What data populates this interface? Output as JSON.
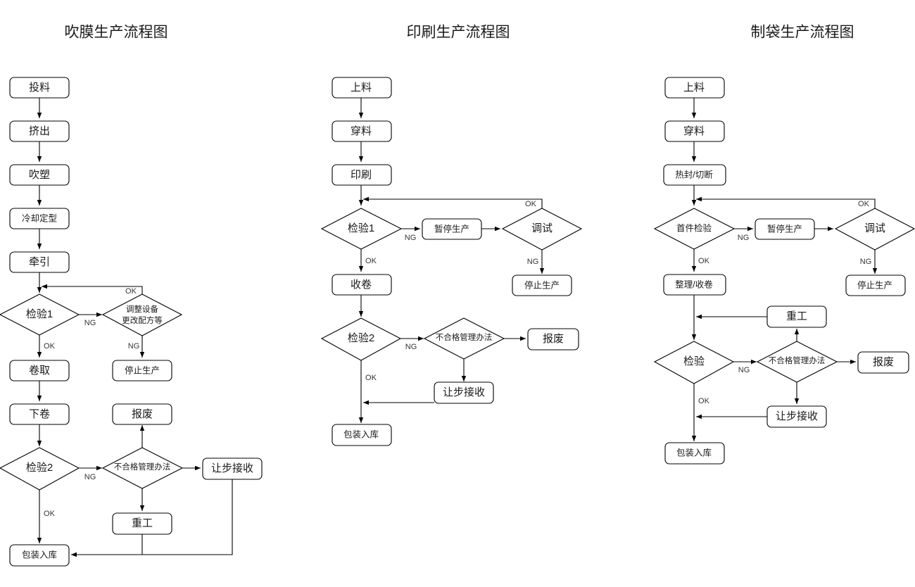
{
  "page": {
    "background": "#ffffff",
    "stroke_color": "#000000",
    "text_color": "#1a1a1a",
    "label_color": "#333333"
  },
  "edge_labels": {
    "ok": "OK",
    "ng": "NG"
  },
  "charts": [
    {
      "id": "blown-film",
      "title": "吹膜生产流程图",
      "nodes": {
        "n1": "投料",
        "n2": "挤出",
        "n3": "吹塑",
        "n4": "冷却定型",
        "n5": "牵引",
        "d1": "检验1",
        "d2a": "调整设备",
        "d2b": "更改配方等",
        "n6": "停止生产",
        "n7": "卷取",
        "n8": "下卷",
        "n9": "报废",
        "d3": "检验2",
        "d4": "不合格管理办法",
        "n10": "让步接收",
        "n11": "重工",
        "n12": "包装入库"
      }
    },
    {
      "id": "printing",
      "title": "印刷生产流程图",
      "nodes": {
        "n1": "上料",
        "n2": "穿料",
        "n3": "印刷",
        "d1": "检验1",
        "n4": "暂停生产",
        "d2": "调试",
        "n5": "停止生产",
        "n6": "收卷",
        "d3": "检验2",
        "d4": "不合格管理办法",
        "n7": "报废",
        "n8": "让步接收",
        "n9": "包装入库"
      }
    },
    {
      "id": "bag-making",
      "title": "制袋生产流程图",
      "nodes": {
        "n1": "上料",
        "n2": "穿料",
        "n3": "热封/切断",
        "d1": "首件检验",
        "n4": "暂停生产",
        "d2": "调试",
        "n5": "停止生产",
        "n6": "整理/收卷",
        "n7": "重工",
        "d3": "检验",
        "d4": "不合格管理办法",
        "n8": "报废",
        "n9": "让步接收",
        "n10": "包装入库"
      }
    }
  ]
}
